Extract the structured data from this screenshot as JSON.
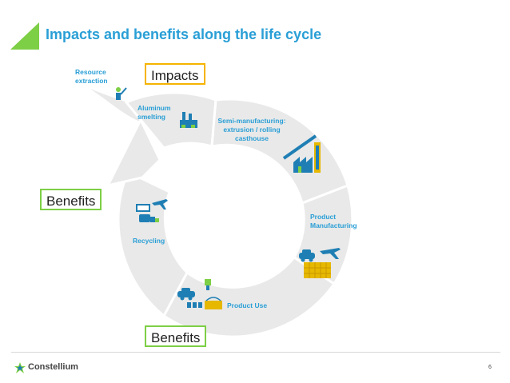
{
  "slide": {
    "title": "Impacts and benefits along the life cycle",
    "page_number": "6"
  },
  "stages": {
    "resource_extraction": "Resource\nextraction",
    "aluminum_smelting": "Aluminum\nsmelting",
    "semi_manufacturing": "Semi-manufacturing:\nextrusion / rolling\ncasthouse",
    "product_manufacturing": "Product\nManufacturing",
    "product_use": "Product Use",
    "recycling": "Recycling"
  },
  "callouts": {
    "impacts": "Impacts",
    "benefits_left": "Benefits",
    "benefits_bottom": "Benefits"
  },
  "footer": {
    "brand": "Constellium"
  },
  "colors": {
    "title": "#2a9fd6",
    "accent_green": "#7dcf45",
    "impacts_border": "#f5b400",
    "icon_blue": "#1f7fb4",
    "ring_gray": "#e9e9e9"
  }
}
